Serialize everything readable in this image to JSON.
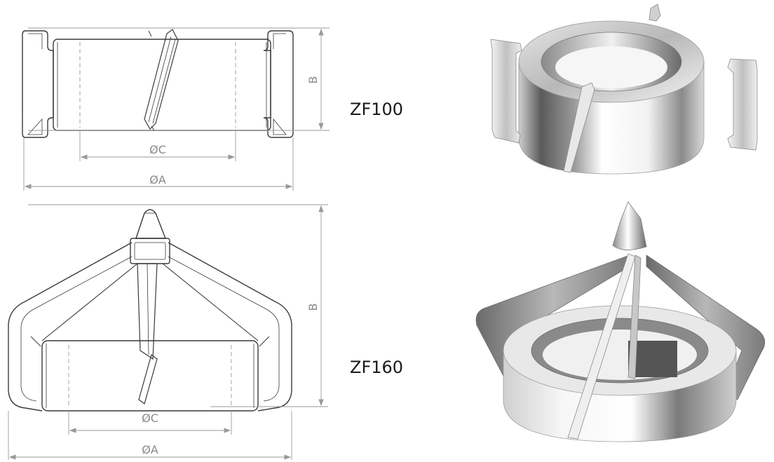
{
  "models": [
    {
      "name": "ZF100",
      "dimensions": {
        "a": "ØA",
        "b": "B",
        "c": "ØC"
      }
    },
    {
      "name": "ZF160",
      "dimensions": {
        "a": "ØA",
        "b": "B",
        "c": "ØC"
      }
    }
  ],
  "colors": {
    "outline": "#3a3a3a",
    "dimension_line": "#9a9a9a",
    "hidden_line": "#a0a0a0",
    "steel_light": "#f2f2f2",
    "steel_mid": "#b8b8b8",
    "steel_dark": "#5a5a5a"
  }
}
